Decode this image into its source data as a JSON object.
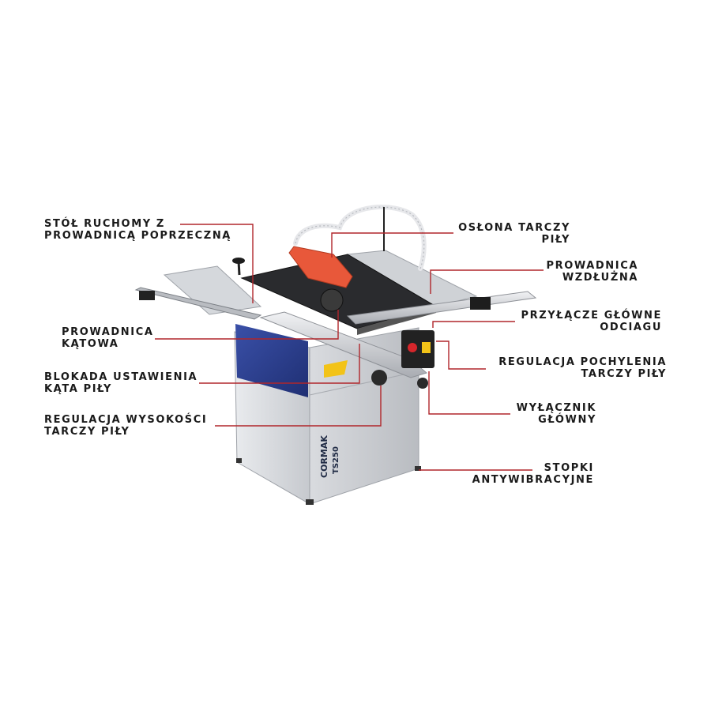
{
  "brand": {
    "name": "CORMAK",
    "model": "TS250"
  },
  "colors": {
    "leader": "#b0262b",
    "text": "#1a1a1a",
    "body": "#d7d9dc",
    "panel": "#2b3f8f",
    "guard": "#e8583a"
  },
  "labels": {
    "sliding_table": [
      "STÓŁ RUCHOMY Z",
      "PROWADNICĄ POPRZECZNĄ"
    ],
    "blade_guard": [
      "OSŁONA TARCZY",
      "PIŁY"
    ],
    "rip_fence": [
      "PROWADNICA",
      "WZDŁUŻNA"
    ],
    "dust_port": [
      "PRZYŁĄCZE GŁÓWNE",
      "ODCIAGU"
    ],
    "miter_fence": [
      "PROWADNICA",
      "KĄTOWA"
    ],
    "tilt_adjust": [
      "REGULACJA POCHYLENIA",
      "TARCZY PIŁY"
    ],
    "angle_lock": [
      "BLOKADA USTAWIENIA",
      "KĄTA PIŁY"
    ],
    "main_switch": [
      "WYŁĄCZNIK",
      "GŁÓWNY"
    ],
    "height_adjust": [
      "REGULACJA WYSOKOŚCI",
      "TARCZY PIŁY"
    ],
    "feet": [
      "STOPKI",
      "ANTYWIBRACYJNE"
    ]
  }
}
